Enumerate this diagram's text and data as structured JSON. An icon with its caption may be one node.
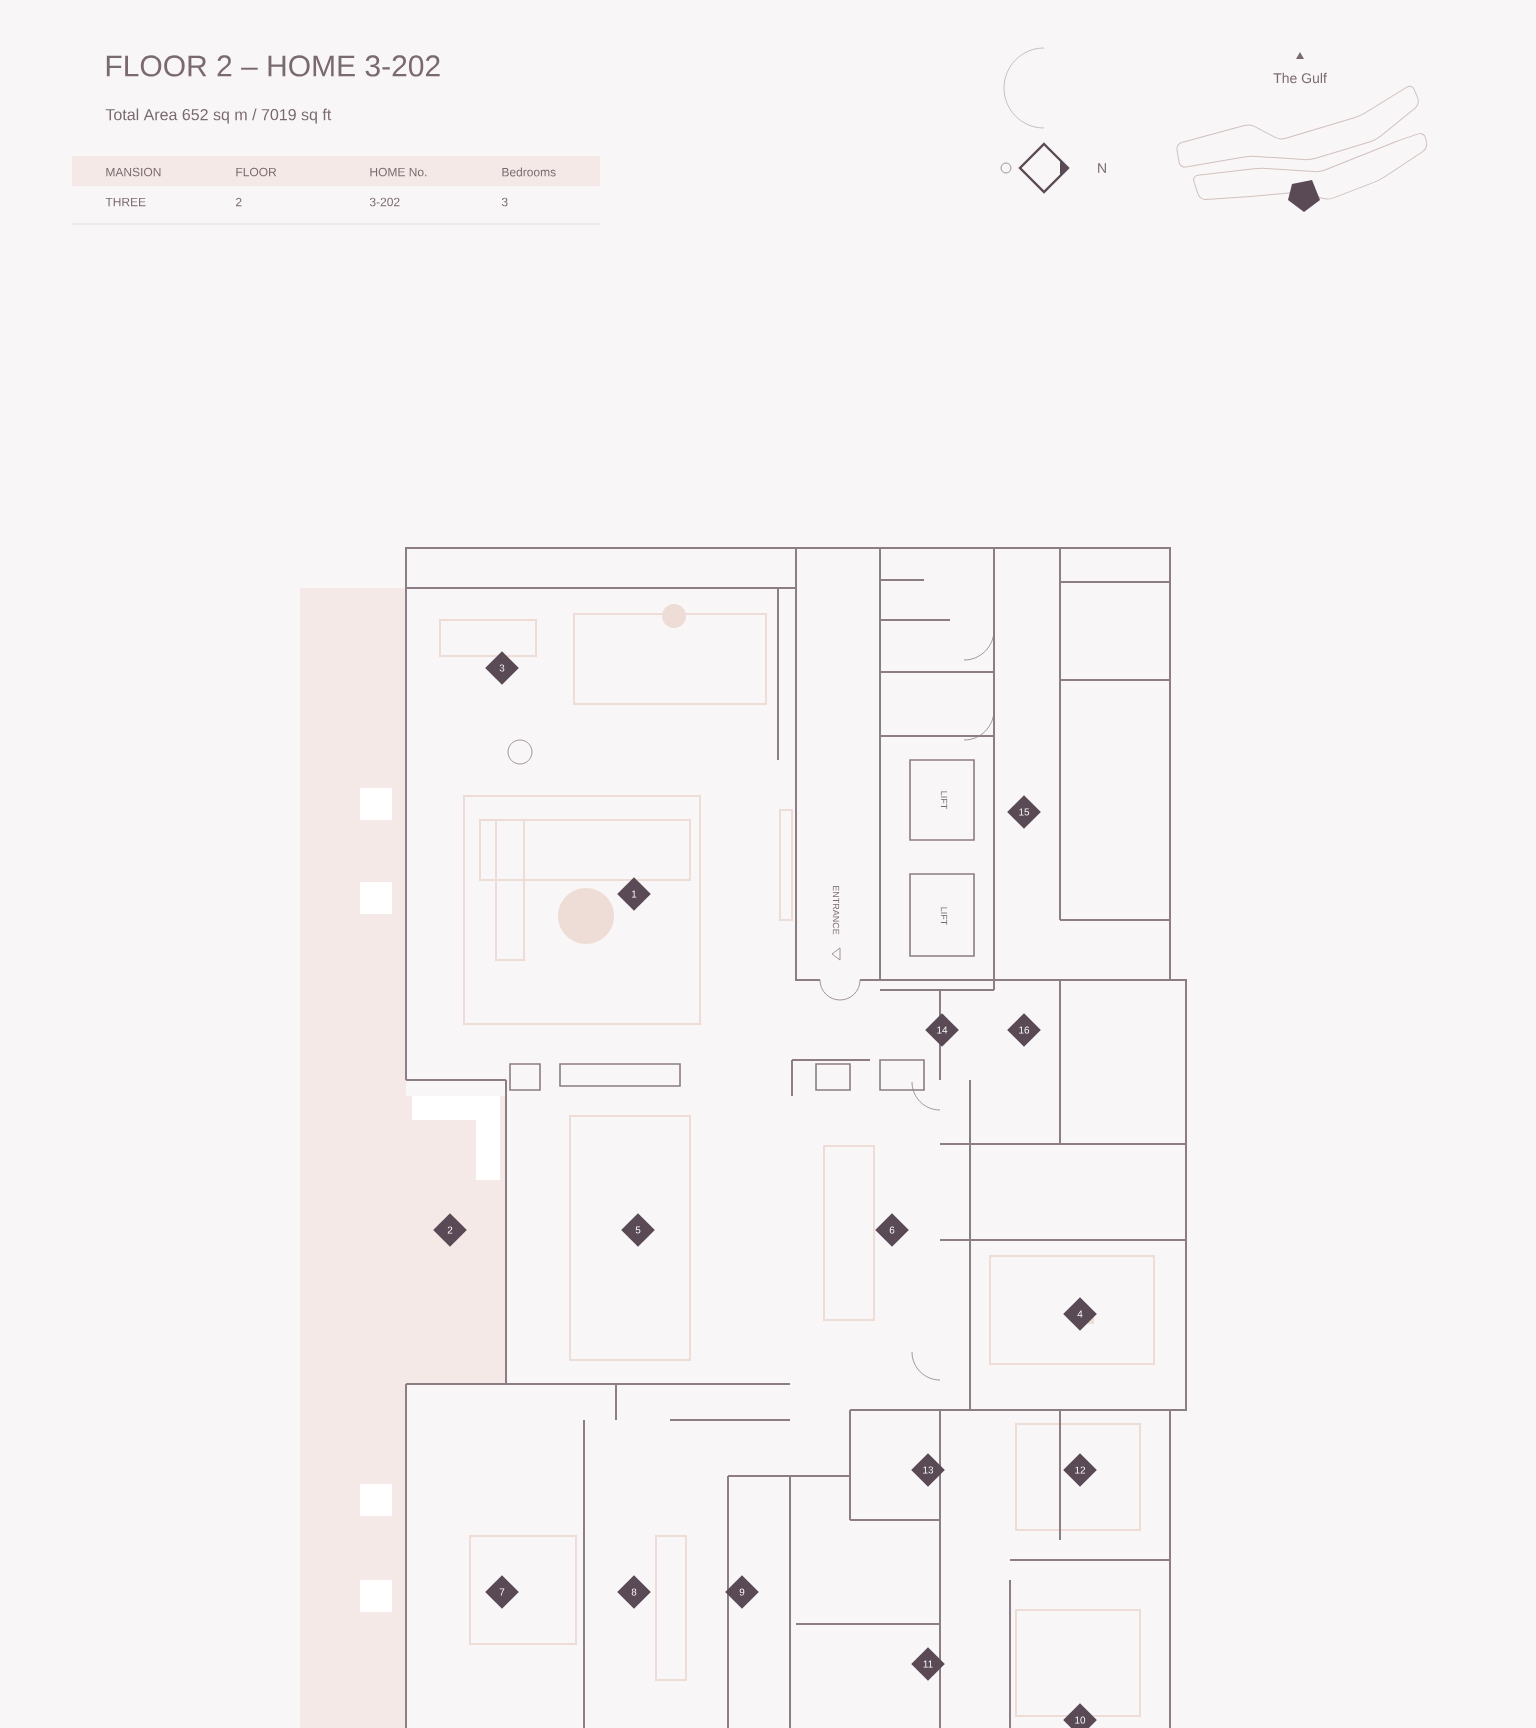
{
  "diagram": {
    "title": "FLOOR 2 – HOME 3-202",
    "nodes": [
      {
        "text": [
          "1"
        ]
      },
      {
        "text": [
          "2"
        ]
      },
      {
        "text": [
          "3"
        ]
      },
      {
        "text": [
          "4"
        ]
      },
      {
        "text": [
          "5"
        ]
      },
      {
        "text": [
          "6"
        ]
      },
      {
        "text": [
          "7"
        ]
      },
      {
        "text": [
          "8"
        ]
      },
      {
        "text": [
          "9"
        ]
      },
      {
        "text": [
          "10"
        ]
      },
      {
        "text": [
          "11"
        ]
      },
      {
        "text": [
          "12"
        ]
      },
      {
        "text": [
          "13"
        ]
      },
      {
        "text": [
          "14"
        ]
      },
      {
        "text": [
          "15"
        ]
      },
      {
        "text": [
          "16"
        ]
      }
    ],
    "labels": [
      "Total Area 652 sq m / 7019 sq ft",
      "MANSION",
      "FLOOR",
      "HOME No.",
      "Bedrooms",
      "THREE",
      "2",
      "3-202",
      "3",
      "The Gulf",
      "N",
      "ENTRANCE",
      "LIFT",
      "LIFT"
    ]
  }
}
